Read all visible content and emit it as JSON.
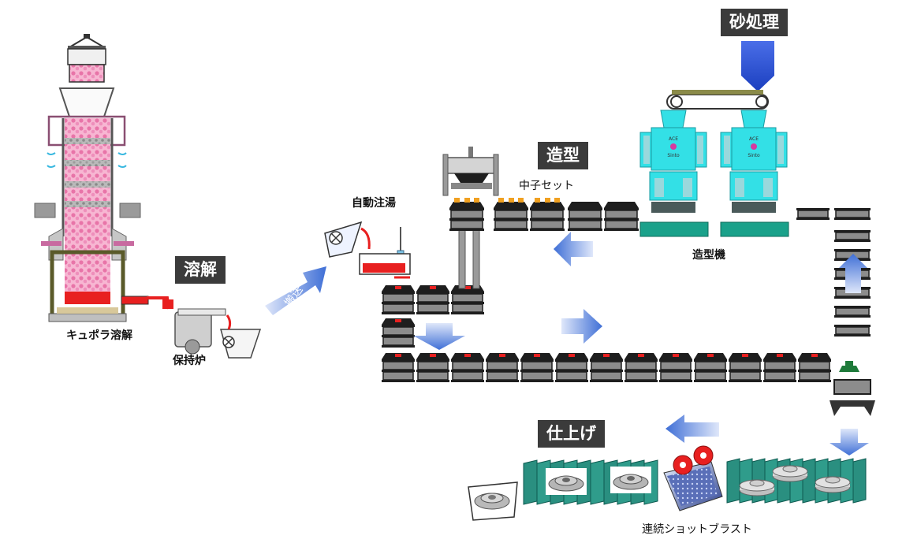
{
  "labels": {
    "sand_processing": "砂処理",
    "molding": "造型",
    "melting": "溶解",
    "finishing": "仕上げ",
    "cupola": "キュポラ溶解",
    "holding_furnace": "保持炉",
    "transport": "搬送",
    "auto_pouring": "自動注湯",
    "core_setting": "中子セット",
    "molding_machine": "造型機",
    "shot_blast": "連続ショットブラスト"
  },
  "machine_text": {
    "brand": "ACE",
    "maker": "Sinto"
  },
  "colors": {
    "arrow_blue": "#3f6fd6",
    "machine_cyan": "#33e0e6",
    "machine_base": "#1aa18a",
    "conveyor_green": "#2a8f80",
    "cupola_charge": "#f08ab8",
    "molten_metal": "#e82020",
    "flask_dark": "#1e1e1e",
    "flask_gray": "#8c8c8c",
    "label_bg": "#3b3b3b"
  }
}
